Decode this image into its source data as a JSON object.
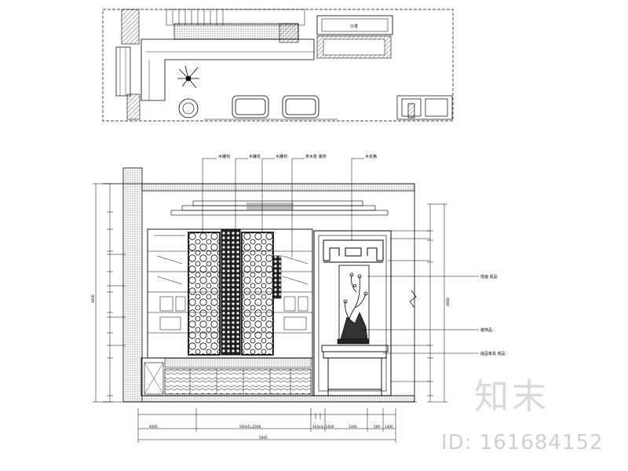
{
  "plan": {
    "labels": [
      "沙发"
    ]
  },
  "elevation": {
    "top_annotations": [
      "木雕刻",
      "木雕花",
      "木雕刻",
      "茶水柜 装饰",
      "木花格"
    ],
    "right_annotations": [
      "挂画 成品",
      "装饰品",
      "成品家具 成品"
    ],
    "left_dims": [
      "4000"
    ],
    "right_dims": [
      "4000"
    ],
    "bottom_dims": [
      "4000",
      "500x5=2500",
      "350x4=1400",
      "1400",
      "500",
      "1400"
    ],
    "bottom_total": "5900"
  },
  "watermark": {
    "brand": "知末",
    "id_text": "ID: 161684152"
  }
}
